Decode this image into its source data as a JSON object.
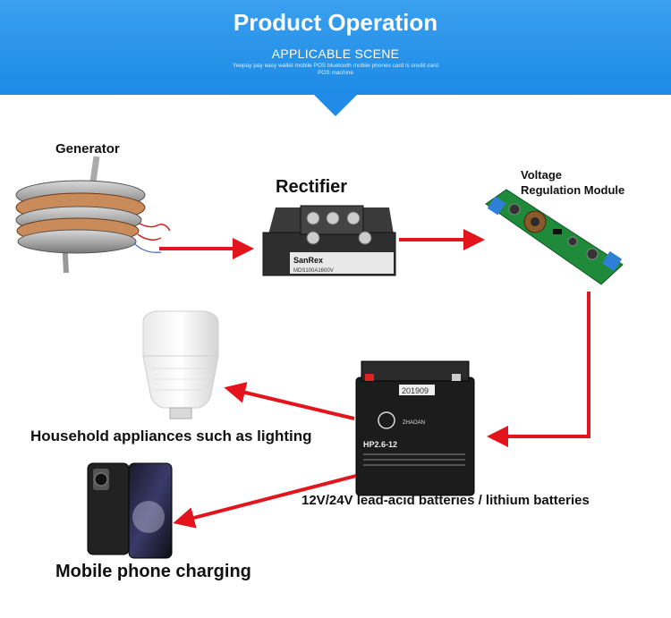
{
  "header": {
    "title": "Product Operation",
    "subtitle": "APPLICABLE SCENE",
    "tagline": "Yeepay pay easy wallet mobile POS bluetooth mobile phones card is credit card POS machine"
  },
  "nodes": {
    "generator": "Generator",
    "rectifier": "Rectifier",
    "voltage_module_line1": "Voltage",
    "voltage_module_line2": "Regulation Module",
    "household": "Household appliances such as lighting",
    "battery": "12V/24V lead-acid batteries / lithium batteries",
    "mobile": "Mobile phone charging"
  },
  "product_marks": {
    "rectifier_brand": "SanRex",
    "rectifier_model": "MDS100A1600V",
    "battery_model": "HP2.6-12",
    "battery_sticker": "201909",
    "battery_brand": "ZHAOAN"
  },
  "colors": {
    "banner": "#1d8ae6",
    "arrow": "#e3141b"
  }
}
